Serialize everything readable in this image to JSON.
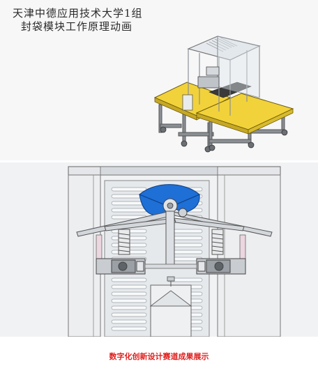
{
  "header": {
    "title_line_1": "天津中德应用技术大学1组",
    "title_line_2": "封袋模块工作原理动画"
  },
  "footer": {
    "caption": "数字化创新设计赛道成果展示"
  },
  "colors": {
    "table_top": "#f2d23a",
    "rotary_blade": "#1e6fd6",
    "caption": "#e0201e"
  }
}
